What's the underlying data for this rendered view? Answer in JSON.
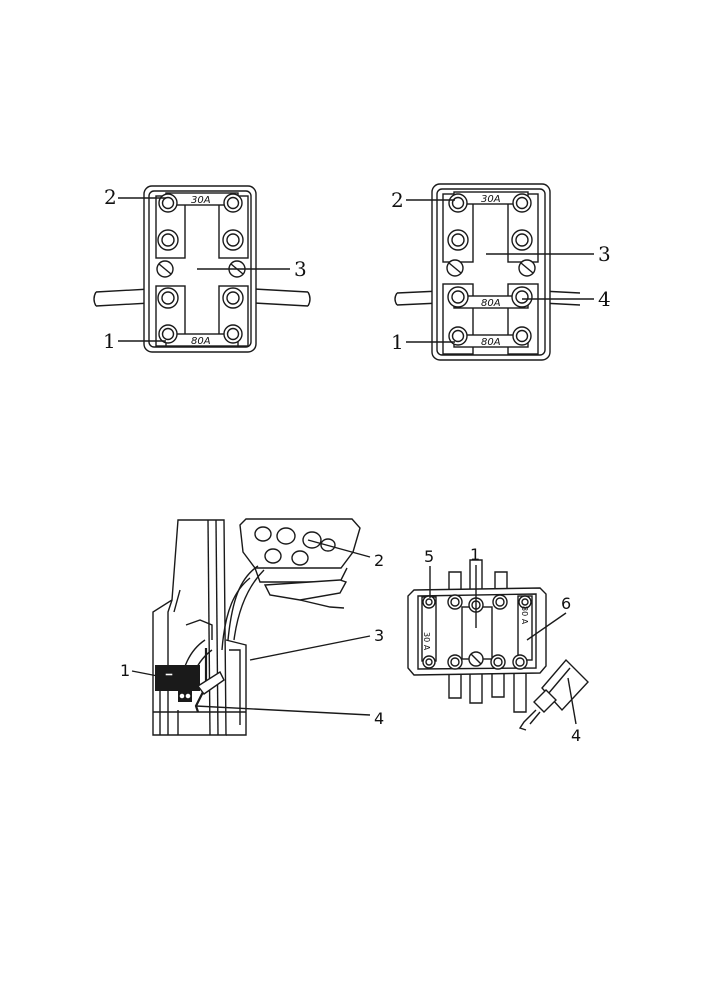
{
  "figure_a": {
    "labels": {
      "top_rating": "30A",
      "bottom_rating": "80A"
    },
    "callouts": {
      "c2": "2",
      "c3": "3",
      "c1": "1"
    }
  },
  "figure_b": {
    "labels": {
      "top_rating": "30A",
      "middle_rating": "80A",
      "bottom_rating": "80A"
    },
    "callouts": {
      "c2": "2",
      "c3": "3",
      "c4": "4",
      "c1": "1"
    }
  },
  "figure_c": {
    "callouts": {
      "c2": "2",
      "c3": "3",
      "c1": "1",
      "c4": "4"
    }
  },
  "figure_d": {
    "labels": {
      "left_rating": "30 A",
      "right_rating": "80 A"
    },
    "callouts": {
      "c5": "5",
      "c1": "1",
      "c6": "6",
      "c4": "4"
    }
  }
}
